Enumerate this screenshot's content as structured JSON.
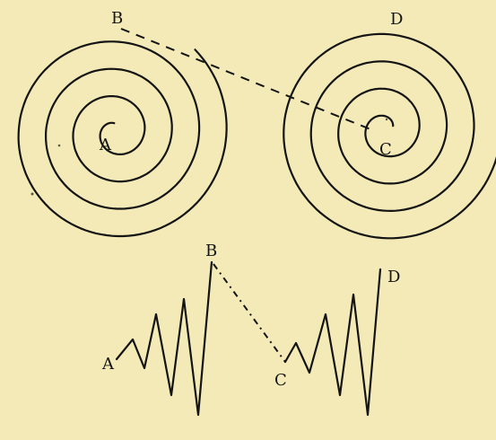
{
  "labels": {
    "top_spiral_left_center": "A",
    "top_spiral_left_end": "B",
    "top_spiral_right_center": "C",
    "top_spiral_right_end": "D",
    "bottom_left_start": "A",
    "bottom_left_peak": "B",
    "bottom_right_start": "C",
    "bottom_right_peak": "D"
  },
  "colors": {
    "background": "#f3eab8",
    "ink": "#141414"
  }
}
